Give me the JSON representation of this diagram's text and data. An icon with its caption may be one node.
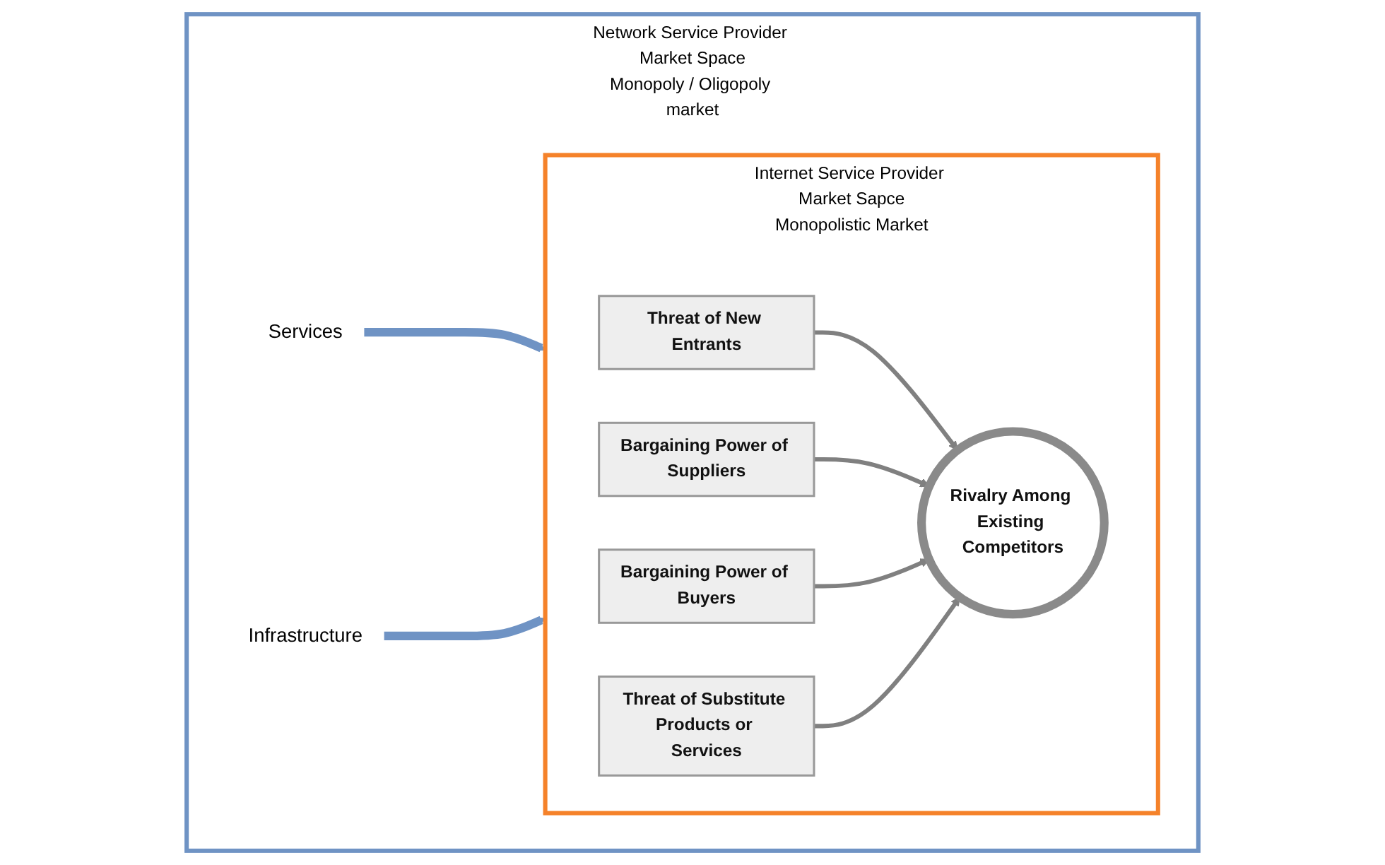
{
  "diagram": {
    "nodes": [
      {
        "text": [
          "Network Service Provider Market Space",
          "Monopoly / Oligopoly market"
        ]
      },
      {
        "text": [
          "Services"
        ],
        "in": 0
      },
      {
        "text": [
          "Internet Service Provider Market Sapce",
          "Monopolistic Market"
        ],
        "in": 0
      },
      {
        "text": [
          "Threat of New Entrants"
        ],
        "in": 2
      },
      {
        "text": [
          "Bargaining Power of Suppliers"
        ],
        "in": 2
      },
      {
        "text": [
          "Rivalry Among Existing Competitors"
        ],
        "in": 2
      },
      {
        "text": [
          "Bargaining Power of Buyers"
        ],
        "in": 2
      },
      {
        "text": [
          "Threat of Substitute Products or Services"
        ],
        "in": 2
      },
      {
        "text": [
          "Infrastructure"
        ],
        "in": 0
      }
    ],
    "edges": [
      {
        "from": 1,
        "to": 2,
        "arrow": "to",
        "style": "thick",
        "color": "#6f93c4"
      },
      {
        "from": 3,
        "to": 5,
        "arrow": "to"
      },
      {
        "from": 4,
        "to": 5,
        "arrow": "to"
      },
      {
        "from": 6,
        "to": 5,
        "arrow": "to"
      },
      {
        "from": 7,
        "to": 5,
        "arrow": "to"
      },
      {
        "from": 8,
        "to": 2,
        "arrow": "to",
        "style": "thick",
        "color": "#6f93c4"
      }
    ]
  }
}
